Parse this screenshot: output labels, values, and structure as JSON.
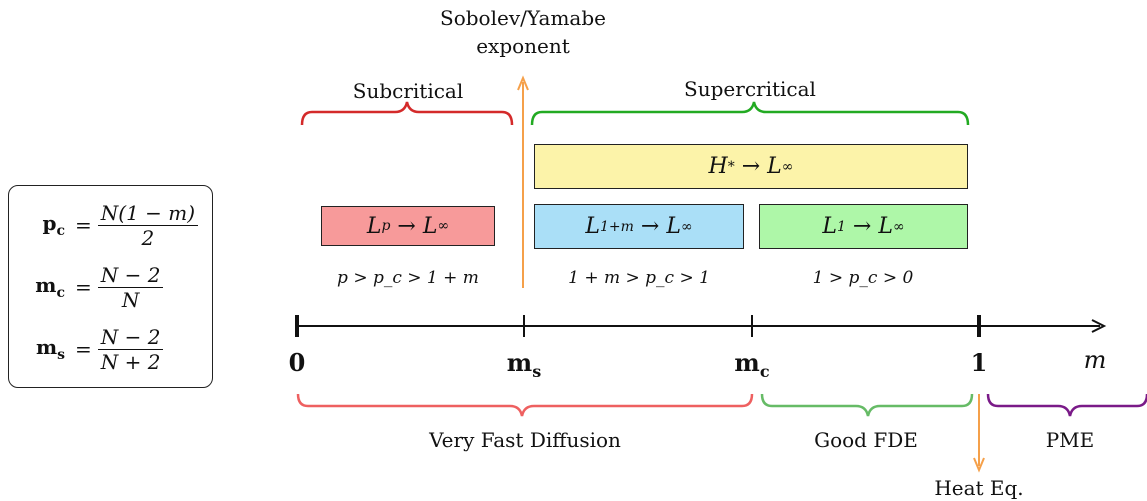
{
  "top_label": {
    "line1": "Sobolev/Yamabe",
    "line2": "exponent"
  },
  "regions_top": {
    "subcritical": "Subcritical",
    "supercritical": "Supercritical"
  },
  "boxes": {
    "hstar": {
      "lhs": "H",
      "sup": "*",
      "rhs": "→ L",
      "rsup": "∞",
      "color": "#fcf3a9"
    },
    "lp": {
      "lhs": "L",
      "sup": "p",
      "rhs": "→ L",
      "rsup": "∞",
      "color": "#f79a9a"
    },
    "l1m": {
      "lhs": "L",
      "sup": "1+m",
      "rhs": "→ L",
      "rsup": "∞",
      "color": "#aadff7"
    },
    "l1": {
      "lhs": "L",
      "sup": "1",
      "rhs": "→ L",
      "rsup": "∞",
      "color": "#aef7a8"
    }
  },
  "conditions": {
    "lp": "p > p_c > 1 + m",
    "l1m": "1 + m > p_c > 1",
    "l1": "1 > p_c > 0"
  },
  "axis": {
    "ticks": [
      {
        "label": "0",
        "sub": ""
      },
      {
        "label": "m",
        "sub": "s"
      },
      {
        "label": "m",
        "sub": "c"
      },
      {
        "label": "1",
        "sub": ""
      }
    ],
    "var": "m"
  },
  "regions_bottom": {
    "vfd": "Very Fast Diffusion",
    "gfde": "Good FDE",
    "pme": "PME",
    "heat": "Heat Eq."
  },
  "definitions": [
    {
      "lhs": "p",
      "sub": "c",
      "num": "N(1 − m)",
      "den": "2"
    },
    {
      "lhs": "m",
      "sub": "c",
      "num": "N − 2",
      "den": "N"
    },
    {
      "lhs": "m",
      "sub": "s",
      "num": "N − 2",
      "den": "N + 2"
    }
  ],
  "colors": {
    "red": "#d42a2a",
    "green": "#22aa22",
    "orange": "#f5a04a",
    "light_red": "#ee6060",
    "light_green": "#66bb66",
    "purple": "#7a1a88"
  }
}
